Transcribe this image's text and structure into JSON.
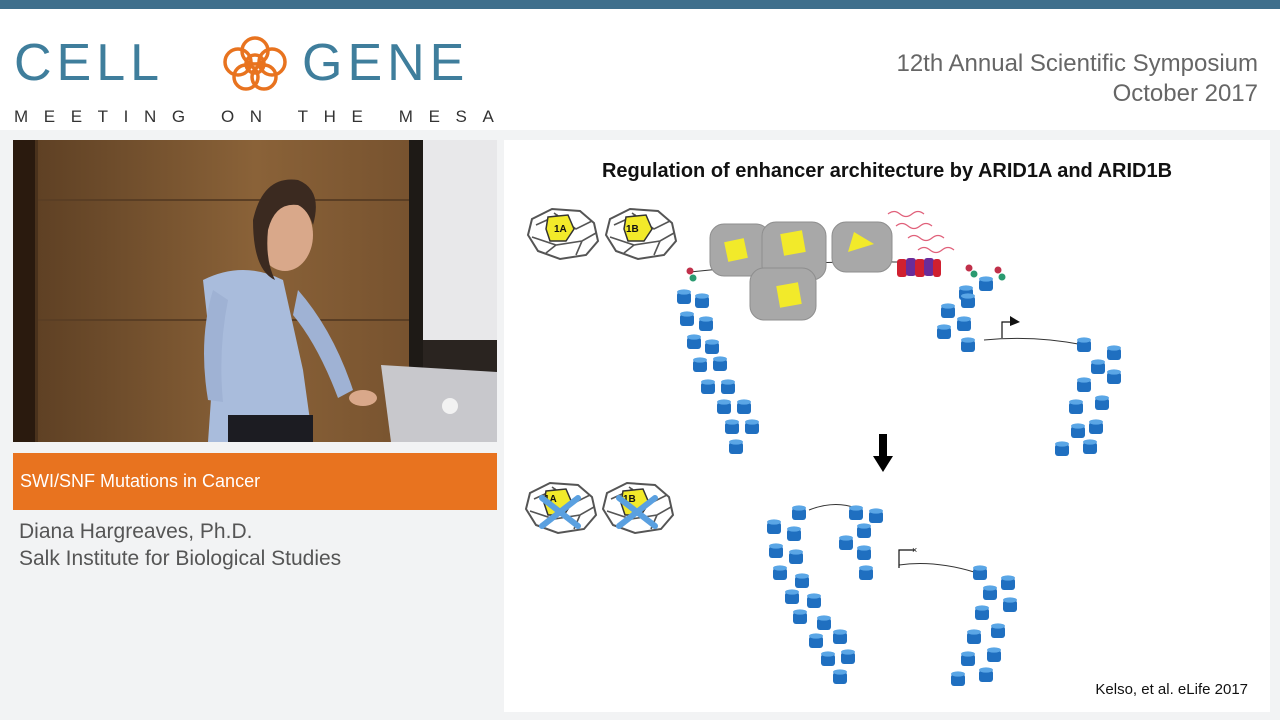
{
  "header": {
    "logo_left": "CELL",
    "logo_right": "GENE",
    "tagline": "MEETING ON THE MESA",
    "event_title": "12th Annual Scientific Symposium",
    "event_date": "October 2017"
  },
  "session": {
    "title": "SWI/SNF Mutations in Cancer",
    "speaker_name": "Diana Hargreaves, Ph.D.",
    "speaker_affiliation": "Salk Institute for Biological Studies"
  },
  "slide": {
    "title": "Regulation of enhancer architecture by ARID1A and ARID1B",
    "citation": "Kelso, et al. eLife 2017",
    "complex_labels": [
      "1A",
      "1B"
    ]
  },
  "colors": {
    "brand_blue": "#3f7e9c",
    "accent_orange": "#e8731f",
    "top_bar": "#3f6f8c",
    "nucleosome_blue": "#1f6fc0",
    "subunit_yellow": "#f2ea2a"
  }
}
